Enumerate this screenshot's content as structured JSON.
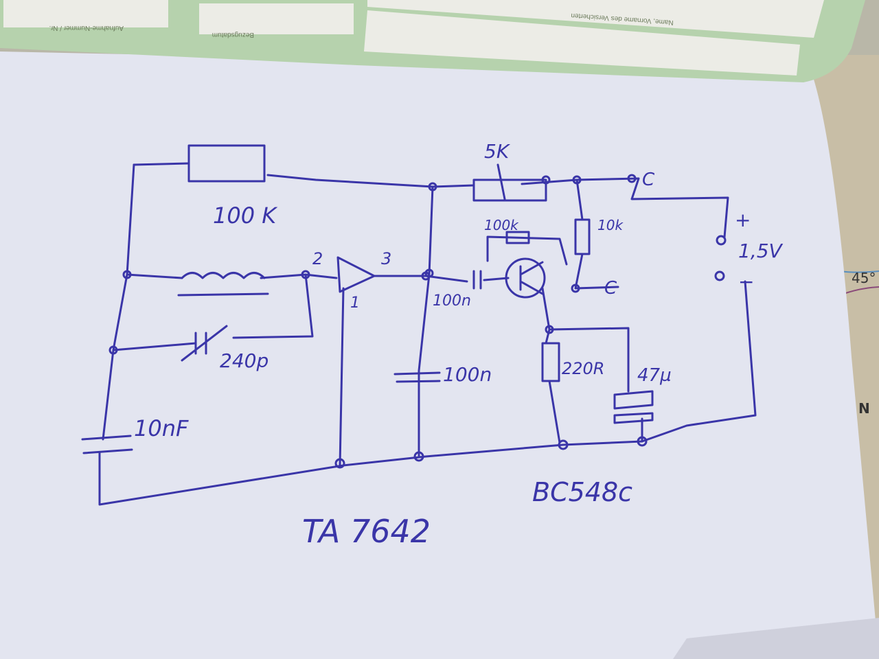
{
  "form": {
    "field_1": "Aufnahme-Nummer / Nr.",
    "field_2": "Bezugsdatum",
    "field_3": "Name, Vorname des Versicherten"
  },
  "map": {
    "angle": "45°",
    "north": "N"
  },
  "schematic": {
    "r_feedback": "100 K",
    "pot": "5K",
    "r_base": "100k",
    "r_collector": "10k",
    "supply": "1,5V",
    "plus": "+",
    "minus": "−",
    "pin_in": "2",
    "pin_out": "3",
    "pin_gnd": "1",
    "c_couple": "100n",
    "c_decouple": "100n",
    "c_tune": "240p",
    "c_ground": "10nF",
    "r_emitter": "220R",
    "c_emitter": "47µ",
    "ic": "TA 7642",
    "transistor": "BC548c",
    "out_e1": "C",
    "out_e2": "C"
  },
  "colors": {
    "ink": "#3a35a8",
    "paper": "#e6e8f2",
    "form_green": "#b6d2ad"
  }
}
